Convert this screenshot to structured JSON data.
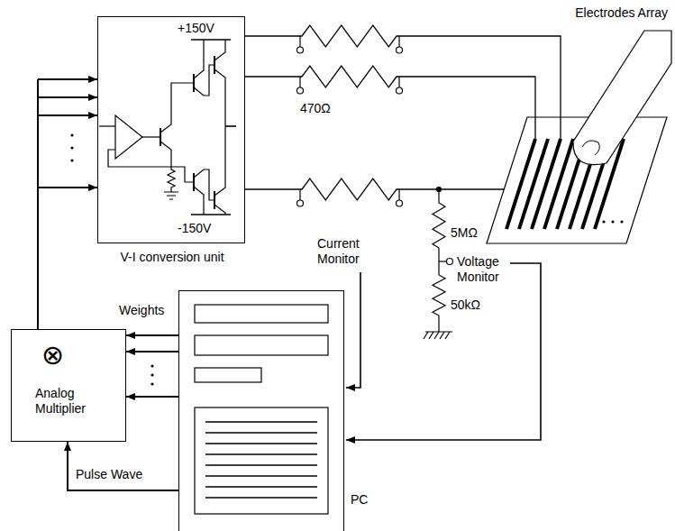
{
  "diagram": {
    "nodes": [
      {
        "text": [
          "+150V",
          "-150V",
          "V-I conversion unit"
        ]
      },
      {
        "text": [
          "Electrodes Array"
        ]
      },
      {
        "text": [
          "PC"
        ]
      },
      {
        "text": [
          "⊗",
          "Analog Multiplier"
        ]
      }
    ],
    "edges": [
      {
        "from": 3,
        "to": 0,
        "arrow": "to"
      },
      {
        "from": 0,
        "to": 1,
        "arrow": "none"
      },
      {
        "from": 2,
        "to": 3,
        "arrow": "to",
        "label": "Weights"
      },
      {
        "from": 2,
        "to": 3,
        "arrow": "to",
        "label": "Pulse Wave"
      }
    ],
    "labels": [
      "470Ω",
      "Current Monitor",
      "5MΩ",
      "50kΩ",
      "Voltage Monitor"
    ]
  }
}
